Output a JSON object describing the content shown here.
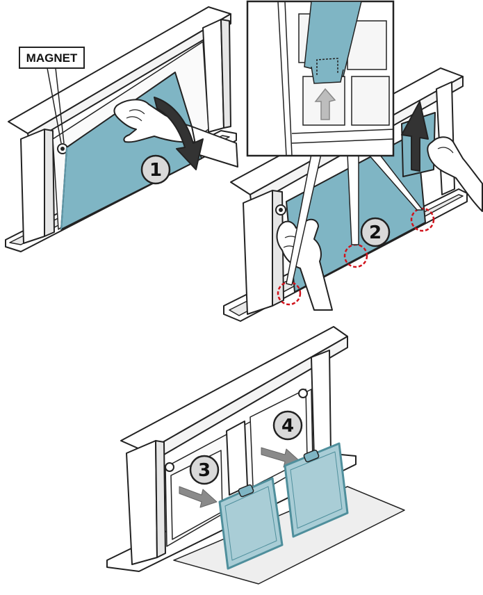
{
  "labels": {
    "magnet": "MAGNET"
  },
  "steps": [
    {
      "number": "1"
    },
    {
      "number": "2"
    },
    {
      "number": "3"
    },
    {
      "number": "4"
    }
  ],
  "colors": {
    "outline": "#222222",
    "filter_panel": "#7fb5c4",
    "filter_panel_dark": "#5e97a8",
    "grease_filter": "#a9cdd6",
    "grease_filter_frame": "#4f8f9c",
    "arrow_dark": "#333333",
    "arrow_gray": "#8a8a8a",
    "highlight_circle": "#d0121b",
    "step_badge": "#d9d9d9",
    "body_fill": "#ffffff",
    "shadow_fill": "#eeeeee"
  },
  "icons": {
    "hand": "hand-icon",
    "arrow": "arrow-icon",
    "magnet": "magnet-icon"
  }
}
